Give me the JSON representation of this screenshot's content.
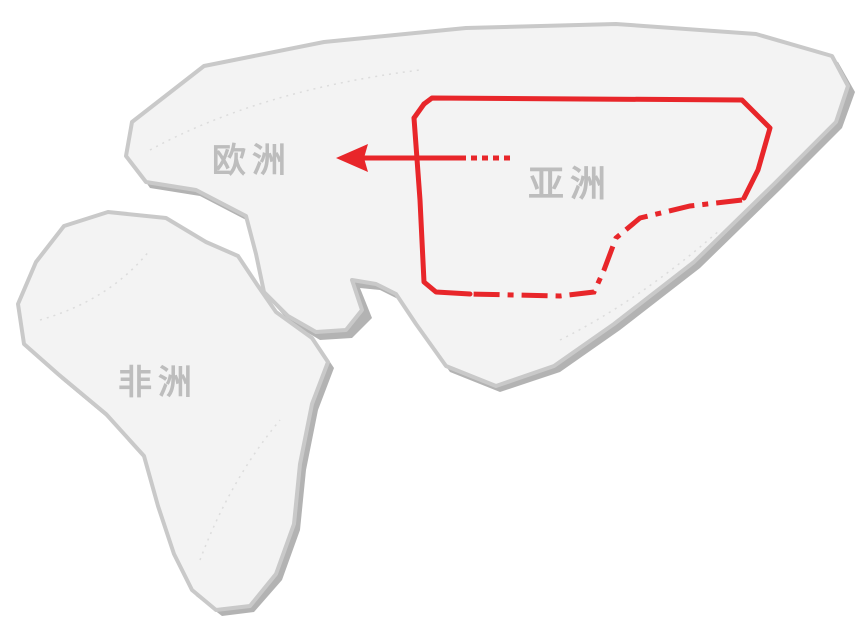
{
  "map": {
    "regions": [
      {
        "id": "europe",
        "label": "欧洲"
      },
      {
        "id": "asia",
        "label": "亚洲"
      },
      {
        "id": "africa",
        "label": "非洲"
      }
    ],
    "route": {
      "color": "#e8262a",
      "direction": "asia-to-europe"
    },
    "colors": {
      "land": "#f3f3f3",
      "outline": "#c9c9c9",
      "shadow": "#b3b3b3",
      "label": "#bdbdbd"
    }
  }
}
